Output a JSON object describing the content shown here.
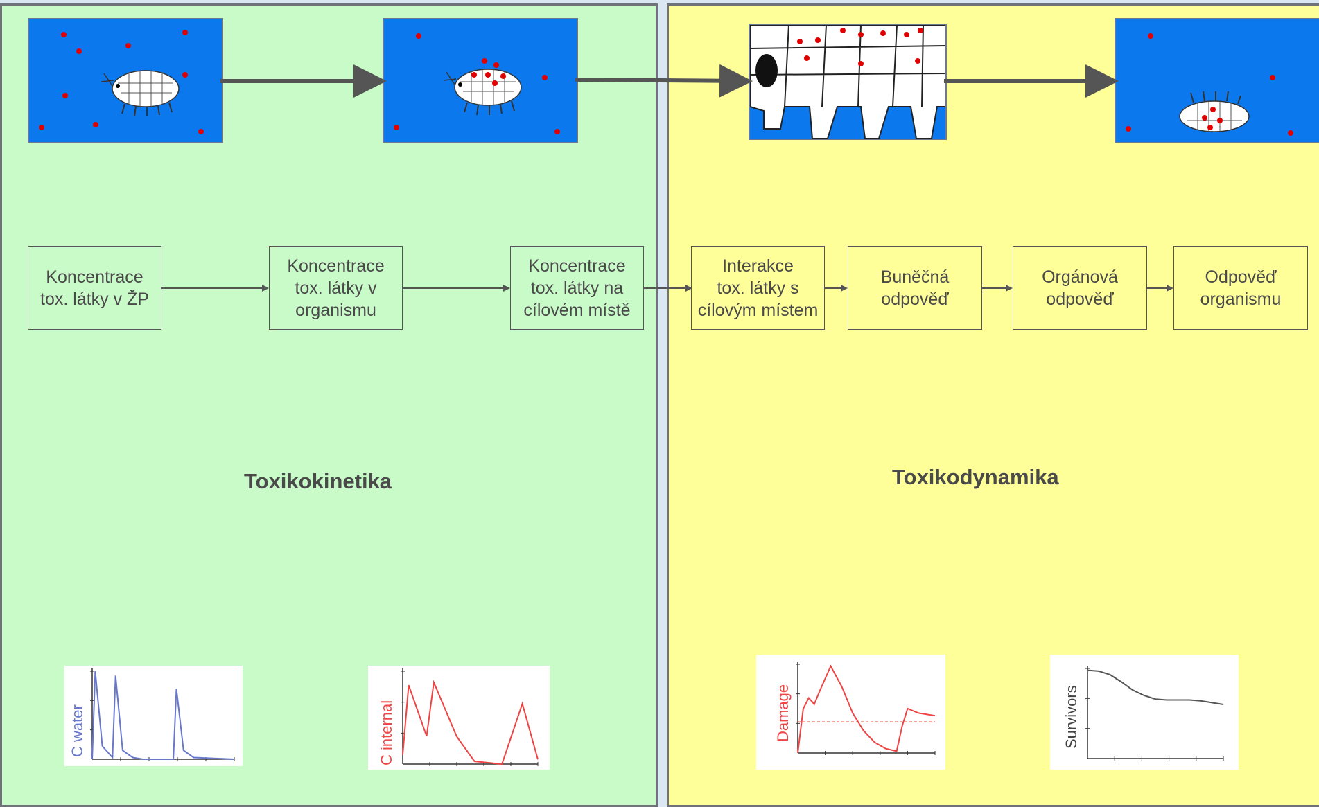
{
  "colors": {
    "kinetics_panel": "#c8fbc8",
    "dynamics_panel": "#ffff99",
    "water": "#0b78ee",
    "toxicant_dot": "#e00000",
    "arrow": "#555555",
    "chart_blue": "#6677cc",
    "chart_red": "#ee4444"
  },
  "steps": [
    {
      "label": "Koncentrace\ntox. látky v ŽP"
    },
    {
      "label": "Koncentrace\ntox. látky v\norganismu"
    },
    {
      "label": "Koncentrace\ntox. látky na\ncílovém místě"
    },
    {
      "label": "Interakce\ntox. látky s\ncílovým místem"
    },
    {
      "label": "Buněčná\nodpověď"
    },
    {
      "label": "Orgánová\nodpověď"
    },
    {
      "label": "Odpověď\norganismu"
    }
  ],
  "sections": {
    "kinetics_title": "Toxikokinetika",
    "dynamics_title": "Toxikodynamika"
  },
  "chart_data": [
    {
      "type": "line",
      "ylabel": "C water",
      "color": "#6677cc",
      "x": [
        0,
        0.3,
        1,
        2,
        2.3,
        3,
        4,
        5,
        8,
        8.3,
        9,
        10,
        14
      ],
      "series": [
        {
          "values": [
            0,
            1.0,
            0.15,
            0.02,
            0.95,
            0.1,
            0.02,
            0,
            0,
            0.8,
            0.1,
            0.02,
            0
          ]
        }
      ]
    },
    {
      "type": "line",
      "ylabel": "C internal",
      "color": "#ee4444",
      "x": [
        0,
        0.5,
        2,
        2.6,
        4.5,
        6,
        8.3,
        10,
        11.3
      ],
      "series": [
        {
          "values": [
            0.1,
            0.85,
            0.3,
            0.88,
            0.3,
            0.03,
            0,
            0.65,
            0.05
          ]
        }
      ]
    },
    {
      "type": "line",
      "ylabel": "Damage",
      "color": "#ee4444",
      "threshold": 0.35,
      "x": [
        0,
        0.5,
        1,
        1.5,
        2,
        3,
        4,
        5,
        6,
        7,
        8,
        9,
        9.5,
        10,
        11,
        12.5
      ],
      "series": [
        {
          "values": [
            0,
            0.5,
            0.62,
            0.55,
            0.7,
            0.98,
            0.75,
            0.45,
            0.25,
            0.12,
            0.05,
            0.02,
            0.3,
            0.5,
            0.45,
            0.42
          ]
        }
      ]
    },
    {
      "type": "line",
      "ylabel": "Survivors",
      "color": "#555555",
      "x": [
        0,
        1,
        2,
        3,
        4,
        5,
        6,
        7,
        8,
        9,
        10,
        11,
        12
      ],
      "series": [
        {
          "values": [
            0.98,
            0.97,
            0.93,
            0.85,
            0.76,
            0.7,
            0.66,
            0.65,
            0.65,
            0.65,
            0.64,
            0.62,
            0.6
          ]
        }
      ]
    }
  ]
}
